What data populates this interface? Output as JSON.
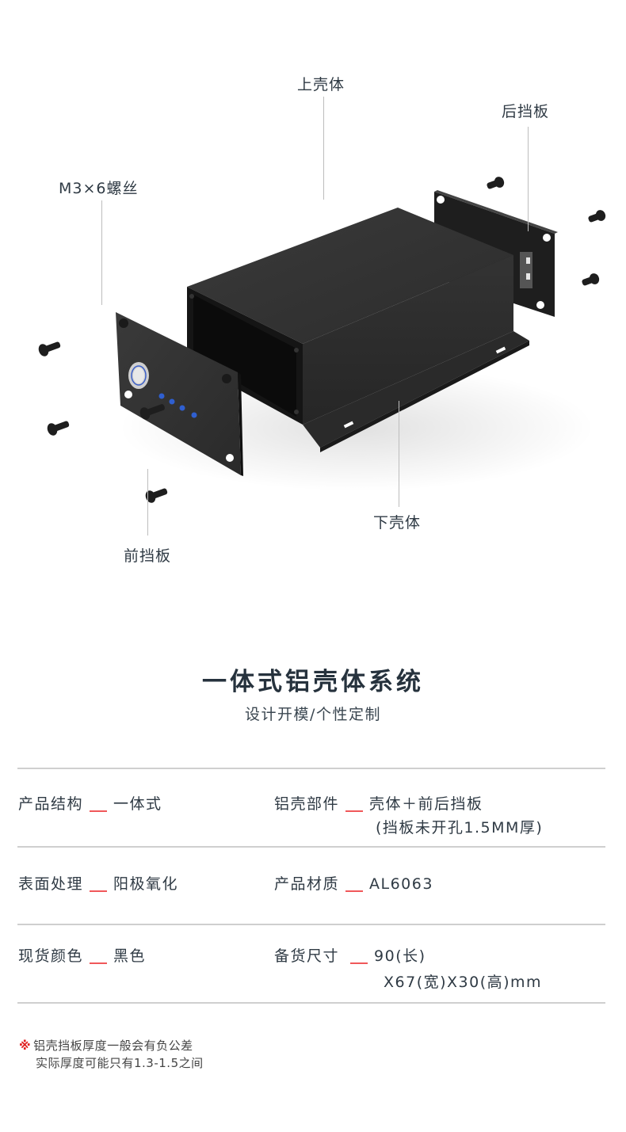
{
  "diagram": {
    "labels": {
      "upper_shell": "上壳体",
      "back_panel": "后挡板",
      "screws": "M3×6螺丝",
      "lower_shell": "下壳体",
      "front_panel": "前挡板"
    },
    "colors": {
      "enclosure": "#2a2a2a",
      "enclosure_dark": "#151515",
      "led": "#2f5fd0",
      "leader_line": "#bdbdbd"
    }
  },
  "heading": {
    "title": "一体式铝壳体系统",
    "subtitle": "设计开模/个性定制"
  },
  "specs": [
    {
      "key": "产品结构",
      "value": "一体式",
      "value2": ""
    },
    {
      "key": "铝壳部件",
      "value": "壳体＋前后挡板",
      "value2": "(挡板未开孔1.5MM厚)"
    },
    {
      "key": "表面处理",
      "value": "阳极氧化",
      "value2": ""
    },
    {
      "key": "产品材质",
      "value": "AL6063",
      "value2": ""
    },
    {
      "key": "现货颜色",
      "value": "黑色",
      "value2": ""
    },
    {
      "key": "备货尺寸",
      "value": "90(长)",
      "value2": "X67(宽)X30(高)mm"
    }
  ],
  "accent_color": "#f0585a",
  "note": {
    "mark": "※",
    "line1": "铝壳挡板厚度一般会有负公差",
    "line2": "实际厚度可能只有1.3-1.5之间"
  }
}
